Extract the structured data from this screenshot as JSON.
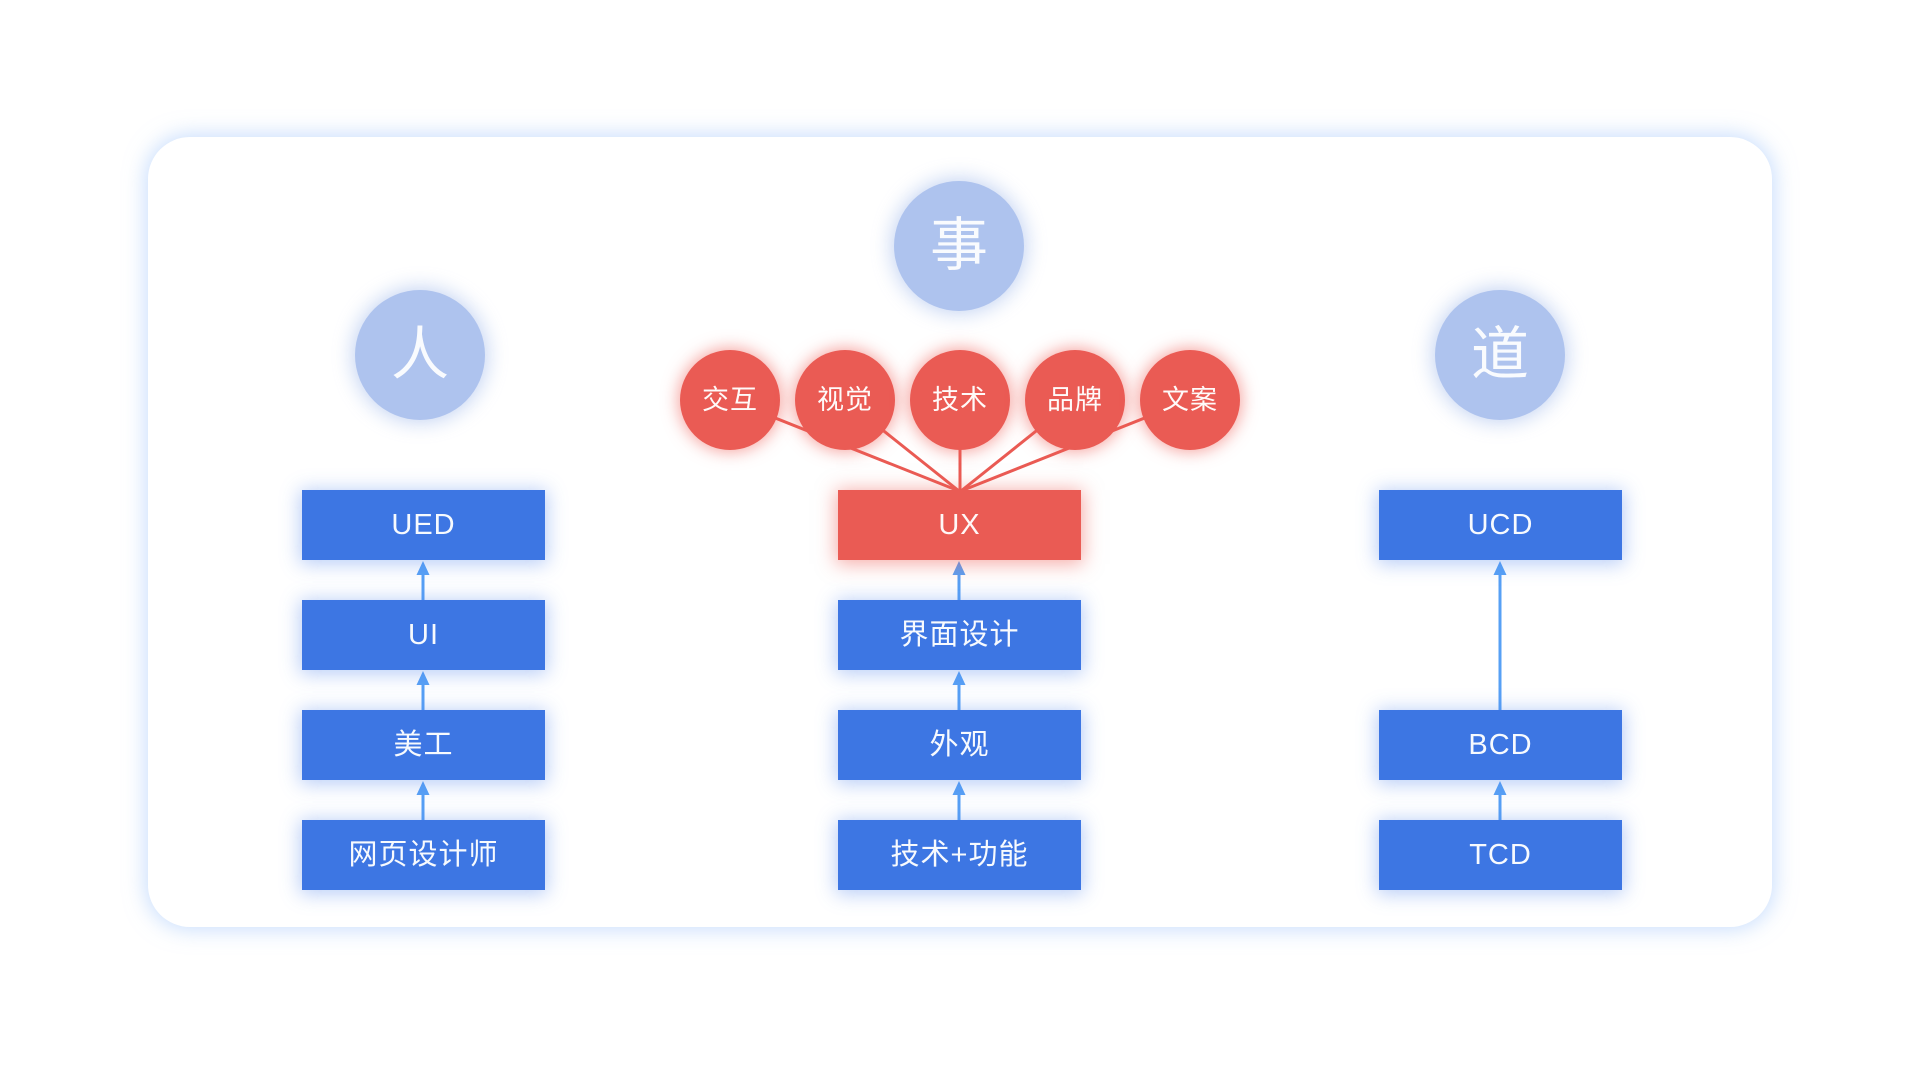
{
  "diagram_title": "",
  "concepts": [
    {
      "id": "people",
      "label": "人"
    },
    {
      "id": "matter",
      "label": "事"
    },
    {
      "id": "way",
      "label": "道"
    }
  ],
  "satellites": [
    {
      "label": "交互"
    },
    {
      "label": "视觉"
    },
    {
      "label": "技术"
    },
    {
      "label": "品牌"
    },
    {
      "label": "文案"
    }
  ],
  "columns": {
    "left": {
      "boxes": [
        {
          "label": "UED"
        },
        {
          "label": "UI"
        },
        {
          "label": "美工"
        },
        {
          "label": "网页设计师"
        }
      ]
    },
    "center": {
      "boxes": [
        {
          "label": "UX"
        },
        {
          "label": "界面设计"
        },
        {
          "label": "外观"
        },
        {
          "label": "技术+功能"
        }
      ]
    },
    "right": {
      "boxes": [
        {
          "label": "UCD"
        },
        {
          "label": "BCD"
        },
        {
          "label": "TCD"
        }
      ]
    }
  },
  "colors": {
    "box-blue": "#3d76e3",
    "arrow-blue": "#57a0f5",
    "accent-red": "#ea5b54",
    "circle-blue": "#aec3ee",
    "panel-glow": "#c7dcfa"
  }
}
